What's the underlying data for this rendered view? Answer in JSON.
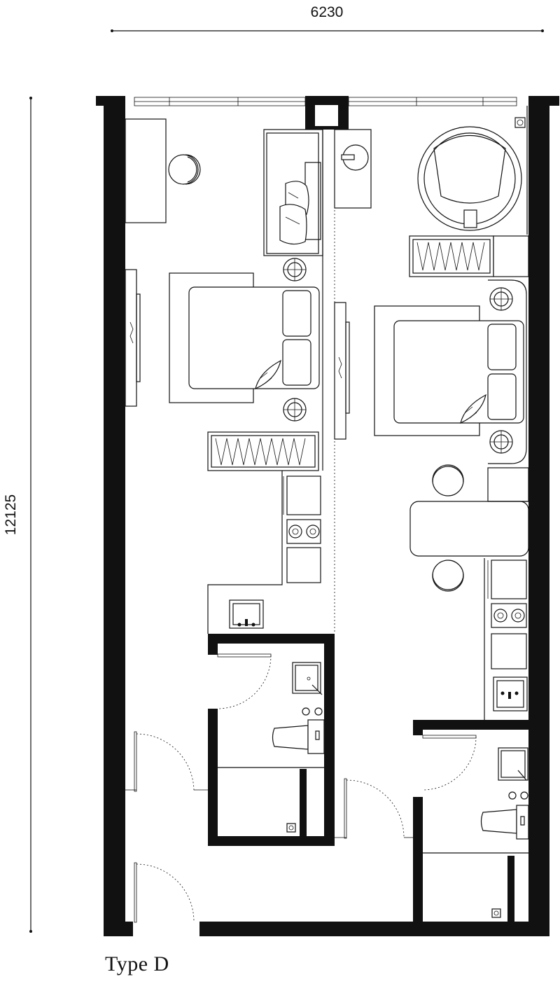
{
  "dimensions": {
    "width_label": "6230",
    "height_label": "12125"
  },
  "plan": {
    "type_label": "Type D"
  },
  "colors": {
    "wall": "#111111",
    "background": "#ffffff"
  }
}
